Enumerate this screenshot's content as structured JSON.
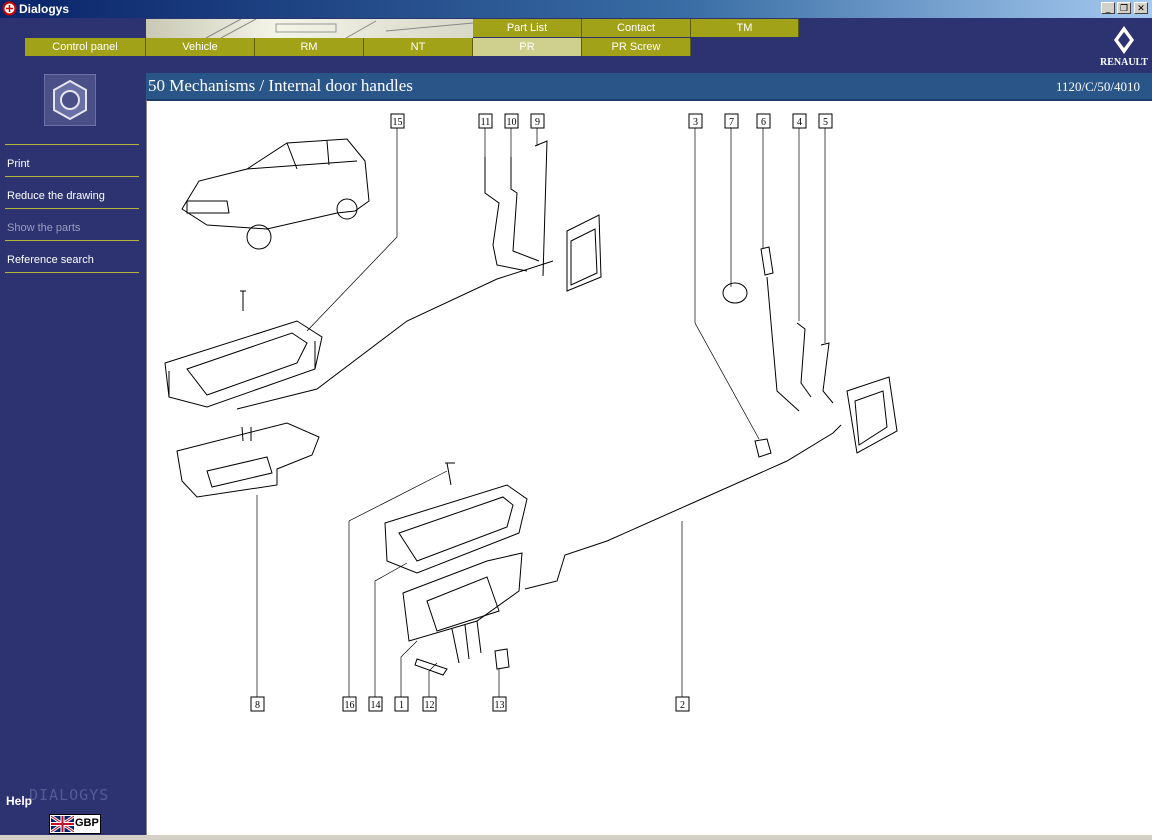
{
  "window": {
    "title": "Dialogys",
    "minimize": "_",
    "maximize": "❐",
    "close": "✕"
  },
  "tabs_top": {
    "part_list": "Part List",
    "contact": "Contact",
    "tm": "TM"
  },
  "tabs_bottom": {
    "control_panel": "Control panel",
    "vehicle": "Vehicle",
    "rm": "RM",
    "nt": "NT",
    "pr": "PR",
    "pr_screw": "PR Screw"
  },
  "active_tab": "PR",
  "brand": {
    "name": "RENAULT"
  },
  "sidebar": {
    "items": [
      {
        "label": "Print",
        "enabled": true
      },
      {
        "label": "Reduce the drawing",
        "enabled": true
      },
      {
        "label": "Show the parts",
        "enabled": false
      },
      {
        "label": "Reference search",
        "enabled": true
      }
    ],
    "help": "Help",
    "logo_text": "DIALOGYS",
    "language": "GBP"
  },
  "header": {
    "title": "50 Mechanisms / Internal door handles",
    "reference": "1120/C/50/4010"
  },
  "diagram": {
    "callouts": [
      "15",
      "11",
      "10",
      "9",
      "3",
      "7",
      "6",
      "4",
      "5",
      "8",
      "16",
      "14",
      "1",
      "12",
      "13",
      "2"
    ]
  },
  "colors": {
    "background": "#2d3370",
    "tab": "#a2a219",
    "tab_active": "#cfd08d",
    "header": "#2a5588",
    "accent_line": "#b8b63a"
  }
}
